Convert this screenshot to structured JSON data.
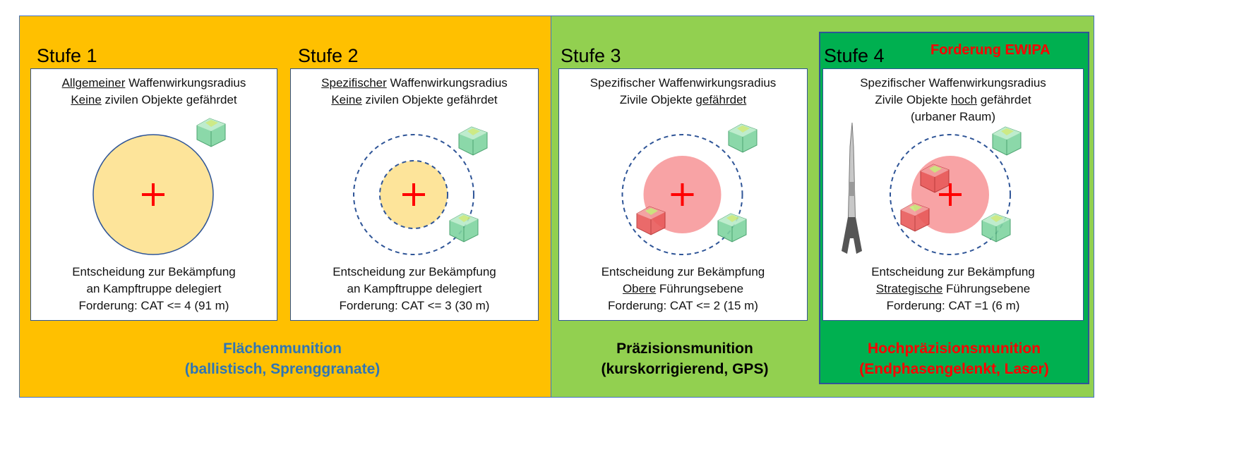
{
  "levels": [
    {
      "title": "Stufe 1",
      "top": [
        {
          "pre": "",
          "u": "Allgemeiner",
          "post": " Waffenwirkungsradius"
        },
        {
          "pre": "",
          "u": "Keine",
          "post": " zivilen Objekte gefährdet"
        }
      ],
      "bottom": [
        {
          "pre": "Entscheidung zur Bekämpfung",
          "u": "",
          "post": ""
        },
        {
          "pre": "an Kampftruppe delegiert",
          "u": "",
          "post": ""
        },
        {
          "pre": "Forderung: CAT <= 4 (91 m)",
          "u": "",
          "post": ""
        }
      ]
    },
    {
      "title": "Stufe 2",
      "top": [
        {
          "pre": "",
          "u": "Spezifischer",
          "post": " Waffenwirkungsradius"
        },
        {
          "pre": "",
          "u": "Keine",
          "post": " zivilen Objekte gefährdet"
        }
      ],
      "bottom": [
        {
          "pre": "Entscheidung zur Bekämpfung",
          "u": "",
          "post": ""
        },
        {
          "pre": "an Kampftruppe delegiert",
          "u": "",
          "post": ""
        },
        {
          "pre": "Forderung: CAT <= 3 (30 m)",
          "u": "",
          "post": ""
        }
      ]
    },
    {
      "title": "Stufe 3",
      "top": [
        {
          "pre": "Spezifischer Waffenwirkungsradius",
          "u": "",
          "post": ""
        },
        {
          "pre": "Zivile Objekte ",
          "u": "gefährdet",
          "post": ""
        }
      ],
      "bottom": [
        {
          "pre": "Entscheidung zur Bekämpfung",
          "u": "",
          "post": ""
        },
        {
          "pre": "",
          "u": "Obere",
          "post": " Führungsebene"
        },
        {
          "pre": "Forderung: CAT <= 2 (15 m)",
          "u": "",
          "post": ""
        }
      ]
    },
    {
      "title": "Stufe 4",
      "top": [
        {
          "pre": "Spezifischer Waffenwirkungsradius",
          "u": "",
          "post": ""
        },
        {
          "pre": "Zivile Objekte ",
          "u": "hoch",
          "post": " gefährdet"
        },
        {
          "pre": "(urbaner Raum)",
          "u": "",
          "post": ""
        }
      ],
      "bottom": [
        {
          "pre": "Entscheidung zur Bekämpfung",
          "u": "",
          "post": ""
        },
        {
          "pre": "",
          "u": "Strategische",
          "post": " Führungsebene"
        },
        {
          "pre": "Forderung: CAT =1 (6 m)",
          "u": "",
          "post": ""
        }
      ]
    }
  ],
  "ewipa": "Forderung EWIPA",
  "categories": [
    {
      "line1": "Flächenmunition",
      "line2": "(ballistisch, Sprenggranate)",
      "color": "#2e75b6"
    },
    {
      "line1": "Präzisionsmunition",
      "line2": "(kurskorrigierend, GPS)",
      "color": "#000000"
    },
    {
      "line1": "Hochpräzisionsmunition",
      "line2": "(Endphasengelenkt, Laser)",
      "color": "#ff0000"
    }
  ],
  "colors": {
    "orange": "#ffc000",
    "green": "#92d050",
    "darkgreen": "#00b050",
    "zone_yellow": "#fde49a",
    "zone_red": "#f7999b",
    "cross": "#ff0000"
  }
}
